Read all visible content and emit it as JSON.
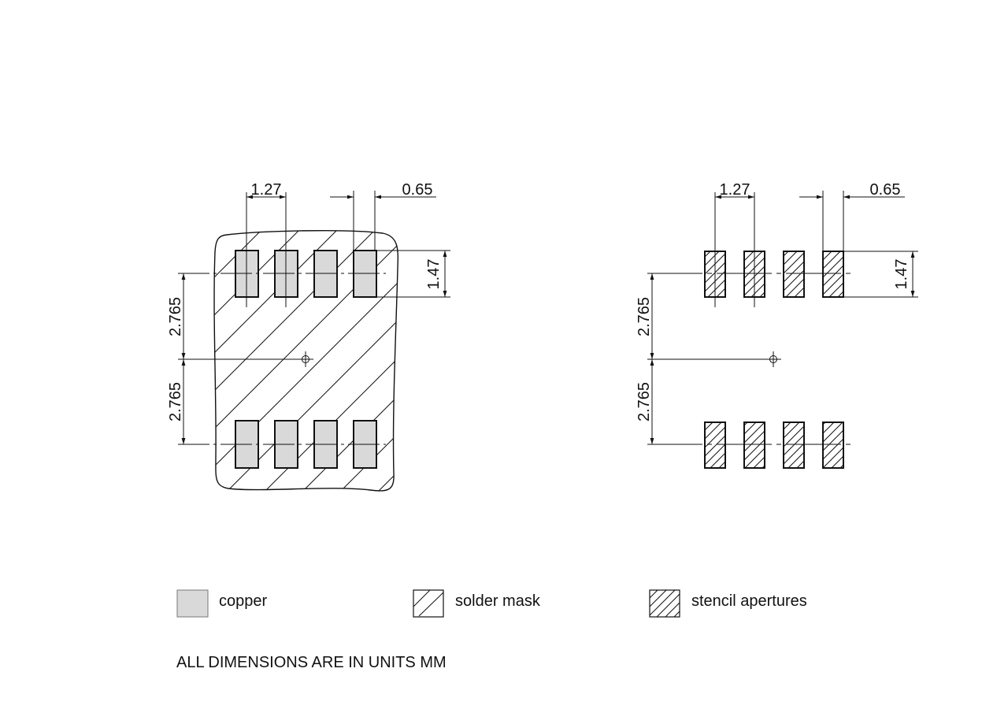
{
  "left_view": {
    "name": "footprint-with-solder-mask",
    "dimensions": {
      "pitch": "1.27",
      "pad_width": "0.65",
      "pad_length": "1.47",
      "row_offset_upper": "2.765",
      "row_offset_lower": "2.765"
    },
    "pads_per_row": 4
  },
  "right_view": {
    "name": "stencil-apertures-view",
    "dimensions": {
      "pitch": "1.27",
      "pad_width": "0.65",
      "pad_length": "1.47",
      "row_offset_upper": "2.765",
      "row_offset_lower": "2.765"
    },
    "pads_per_row": 4
  },
  "legend": {
    "copper": "copper",
    "solder_mask": "solder mask",
    "stencil": "stencil apertures"
  },
  "note": "ALL DIMENSIONS ARE IN UNITS MM",
  "colors": {
    "copper_fill": "#d9d9d9",
    "line": "#111111",
    "background": "#ffffff"
  }
}
